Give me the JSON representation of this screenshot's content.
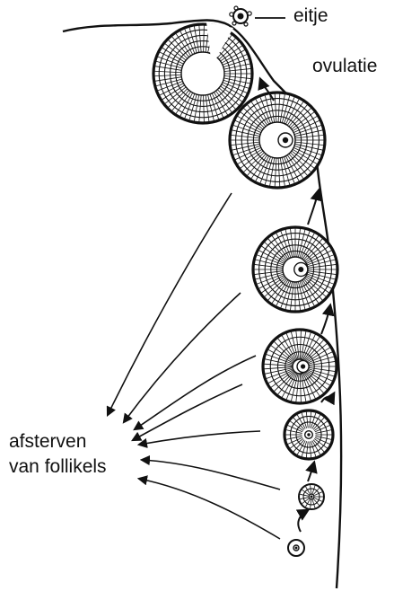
{
  "labels": {
    "egg": "eitje",
    "ovulation": "ovulatie",
    "atresia_line1": "afsterven",
    "atresia_line2": "van follikels"
  },
  "colors": {
    "ink": "#111111",
    "background": "#ffffff"
  },
  "follicle_stages": [
    {
      "stage": "primordial follicle"
    },
    {
      "stage": "primary follicle"
    },
    {
      "stage": "secondary follicle"
    },
    {
      "stage": "early antral follicle"
    },
    {
      "stage": "antral follicle"
    },
    {
      "stage": "mature (Graafian) follicle"
    },
    {
      "stage": "ruptured follicle"
    }
  ]
}
